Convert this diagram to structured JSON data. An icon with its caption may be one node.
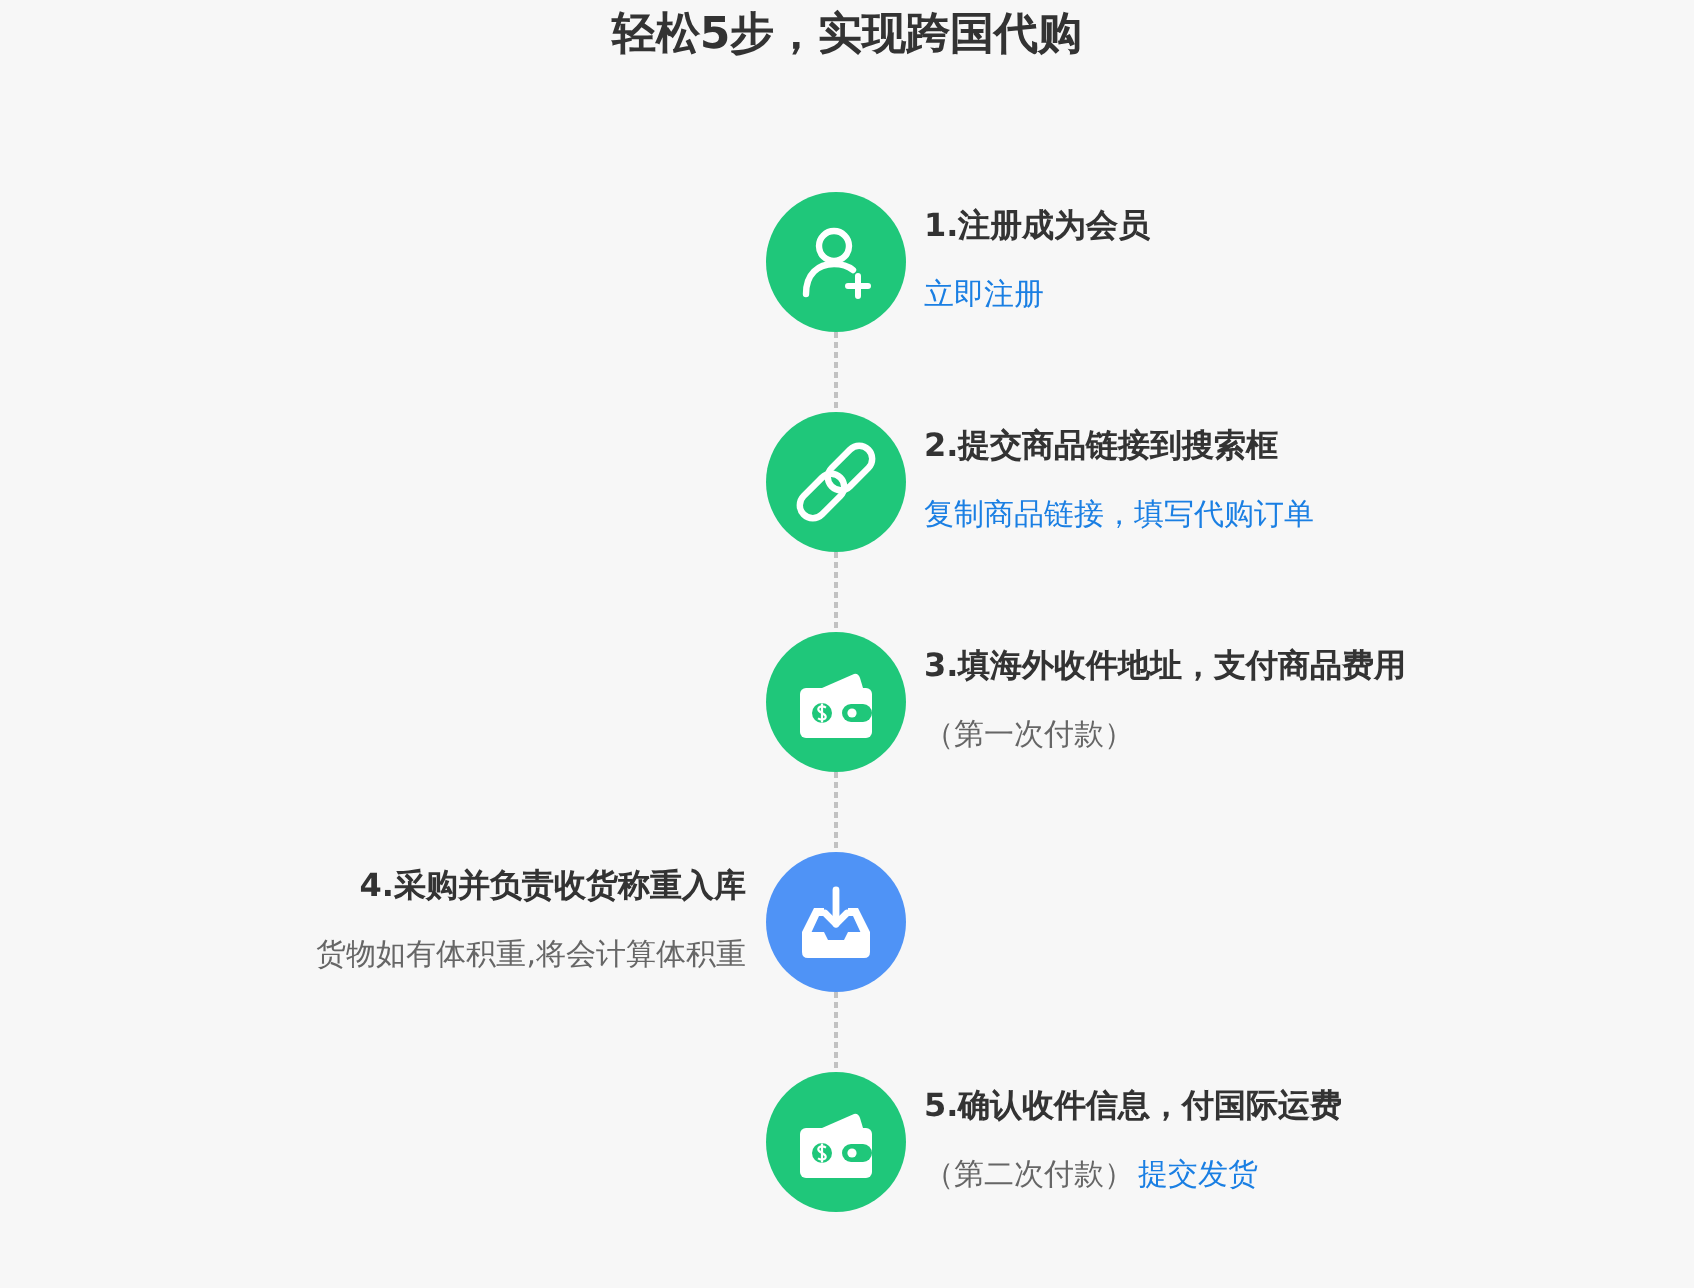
{
  "diagram": {
    "title": "轻松5步，实现跨国代购",
    "nodes": [
      {
        "text": [],
        "shape": "circle",
        "beside": [
          "1.注册成为会员",
          "立即注册"
        ]
      },
      {
        "text": [],
        "shape": "circle",
        "beside": [
          "2.提交商品链接到搜索框",
          "复制商品链接，填写代购订单"
        ]
      },
      {
        "text": [],
        "shape": "circle",
        "beside": [
          "3.填海外收件地址，支付商品费用",
          "（第一次付款）"
        ]
      },
      {
        "text": [],
        "shape": "circle",
        "beside": [
          "4.采购并负责收货称重入库",
          "货物如有体积重,将会计算体积重"
        ]
      },
      {
        "text": [],
        "shape": "circle",
        "beside": [
          "5.确认收件信息，付国际运费",
          "（第二次付款）",
          "提交发货"
        ]
      }
    ],
    "edges": [
      {
        "from": 0,
        "to": 1,
        "arrow": "none"
      },
      {
        "from": 1,
        "to": 2,
        "arrow": "none"
      },
      {
        "from": 2,
        "to": 3,
        "arrow": "none"
      },
      {
        "from": 3,
        "to": 4,
        "arrow": "none"
      }
    ]
  }
}
